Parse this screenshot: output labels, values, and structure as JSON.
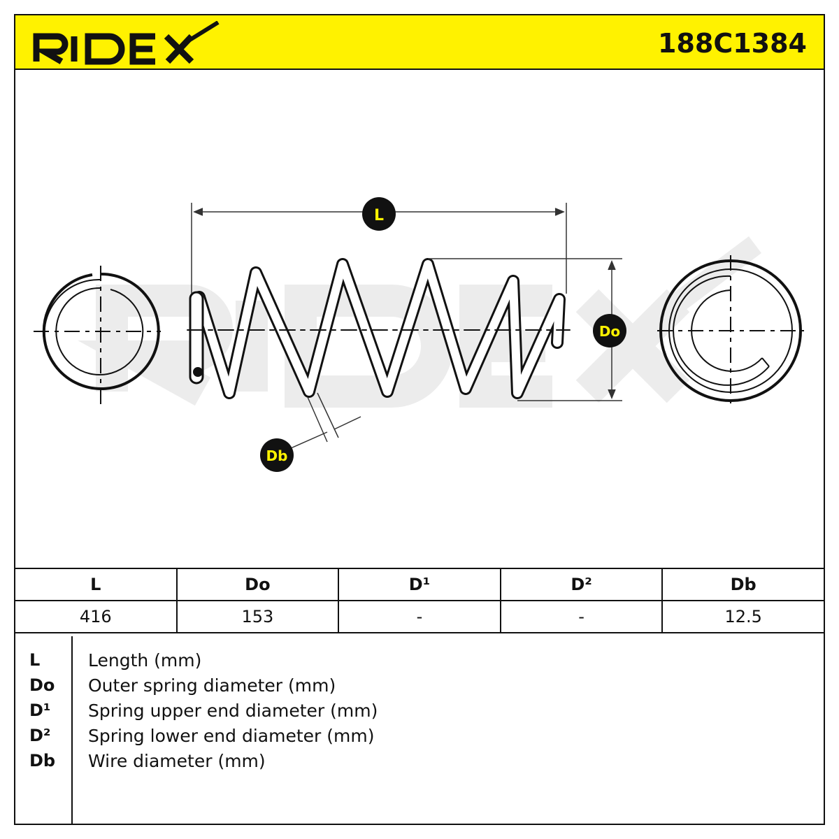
{
  "brand": "RIDEX",
  "part_number": "188C1384",
  "colors": {
    "header_yellow": "#fff200",
    "badge_black": "#111111",
    "badge_text_yellow": "#fff200",
    "watermark_gray": "#ececec"
  },
  "diagram": {
    "badges": {
      "length": "L",
      "outer_diameter": "Do",
      "wire_diameter": "Db"
    }
  },
  "table": {
    "headers": [
      "L",
      "Do",
      "D¹",
      "D²",
      "Db"
    ],
    "values": [
      "416",
      "153",
      "-",
      "-",
      "12.5"
    ]
  },
  "legend": [
    {
      "key": "L",
      "desc": "Length (mm)"
    },
    {
      "key": "Do",
      "desc": "Outer spring diameter (mm)"
    },
    {
      "key": "D¹",
      "desc": "Spring upper end diameter (mm)"
    },
    {
      "key": "D²",
      "desc": "Spring lower end diameter (mm)"
    },
    {
      "key": "Db",
      "desc": "Wire diameter (mm)"
    }
  ]
}
